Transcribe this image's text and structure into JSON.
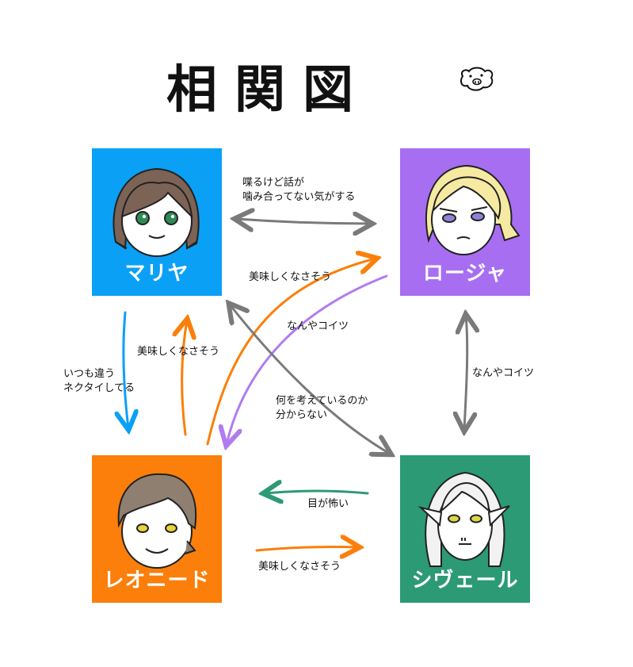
{
  "title": "相関図",
  "characters": {
    "maria": {
      "name": "マリヤ",
      "color": "#0aa0f6"
    },
    "rosha": {
      "name": "ロージャ",
      "color": "#a76ef2"
    },
    "leonid": {
      "name": "レオニード",
      "color": "#fb7f0a"
    },
    "sivel": {
      "name": "シヴェール",
      "color": "#2c9a74"
    }
  },
  "relations": {
    "maria_rosha_1": "喋るけど話が",
    "maria_rosha_2": "噛み合ってない気がする",
    "leonid_rosha": "美味しくなさそう",
    "rosha_leonid": "なんやコイツ",
    "leonid_maria": "美味しくなさそう",
    "maria_leonid_1": "いつも違う",
    "maria_leonid_2": "ネクタイしてる",
    "maria_sivel_1": "何を考えているのか",
    "maria_sivel_2": "分からない",
    "rosha_sivel": "なんやコイツ",
    "sivel_leonid": "目が怖い",
    "leonid_sivel": "美味しくなさそう"
  },
  "arrow_colors": {
    "gray": "#7a7a7a",
    "orange": "#fb7f0a",
    "purple": "#b07cf0",
    "blue": "#0aa0f6",
    "green": "#2c9a74"
  }
}
